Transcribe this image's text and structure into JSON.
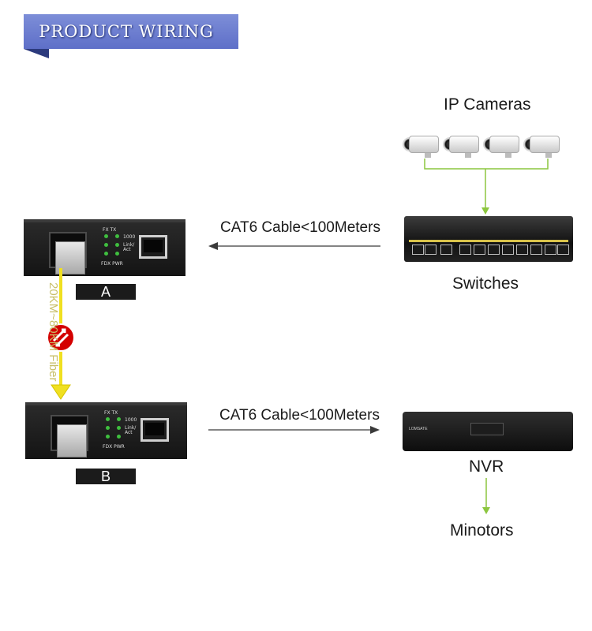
{
  "banner": {
    "title": "PRODUCT WIRING"
  },
  "labels": {
    "ip_cameras": "IP Cameras",
    "switches": "Switches",
    "nvr": "NVR",
    "monitors": "Minotors",
    "cable_top": "CAT6 Cable<100Meters",
    "cable_bottom": "CAT6 Cable<100Meters",
    "fiber": "20KM~80KM Fiber"
  },
  "converters": [
    {
      "tag": "A",
      "led_top": "FX  TX",
      "led_right": "1000",
      "led_link": "Link/ Act",
      "led_bottom": "FDX PWR"
    },
    {
      "tag": "B",
      "led_top": "FX  TX",
      "led_right": "1000",
      "led_link": "Link/ Act",
      "led_bottom": "FDX PWR"
    }
  ],
  "nvr": {
    "brand": "LOMSATE"
  },
  "colors": {
    "banner": "#6b7dd0",
    "connector_green": "#8cc63f",
    "fiber_yellow": "#f0e020",
    "arrow_dark": "#3a3a3a",
    "badge_red": "#d40000"
  },
  "icons": [
    "ip-camera-icon",
    "switch-icon",
    "nvr-icon",
    "media-converter-icon",
    "fiber-swap-icon"
  ]
}
